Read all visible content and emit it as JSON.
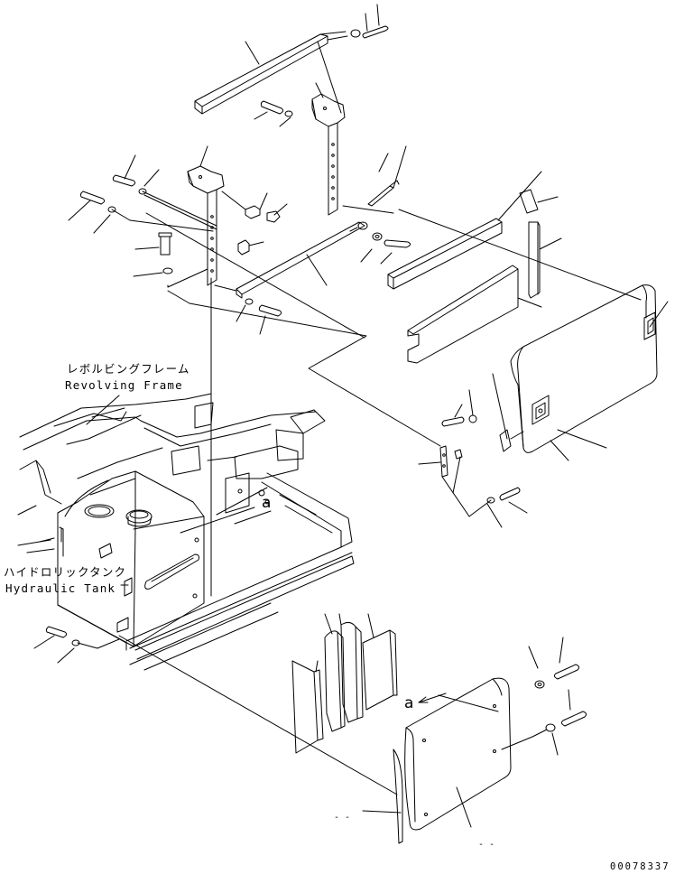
{
  "labels": {
    "revolving_frame_jp": "レボルビングフレーム",
    "revolving_frame_en": "Revolving Frame",
    "hydraulic_tank_jp": "ハイドロリックタンク",
    "hydraulic_tank_en": "Hydraulic Tank"
  },
  "reference_marks": {
    "upper": "a",
    "lower": "a"
  },
  "footer": {
    "drawing_code": "00078337",
    "dash_a": "- -",
    "dash_b": "- -"
  }
}
